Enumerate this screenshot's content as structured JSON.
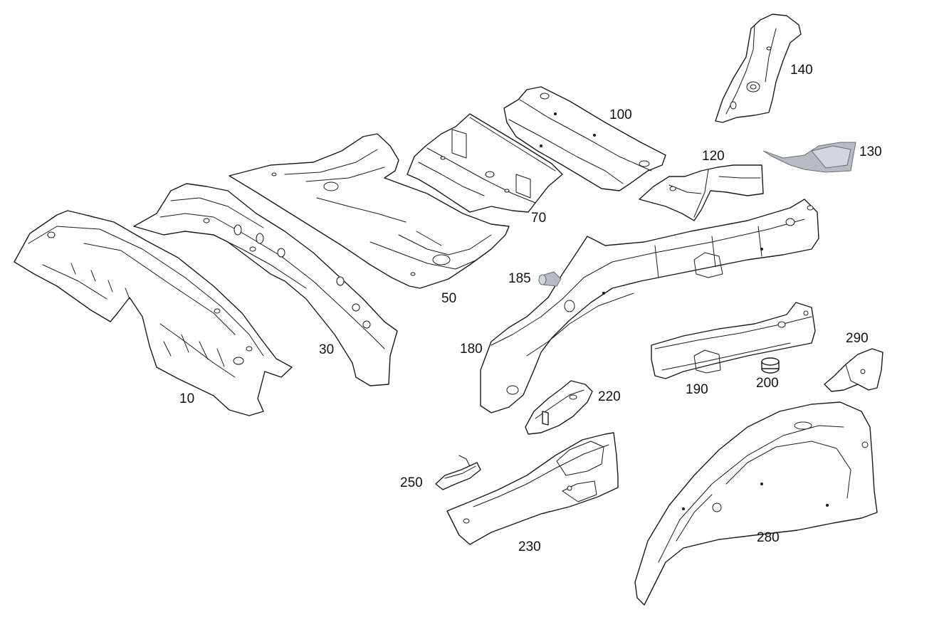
{
  "parts": [
    {
      "id": "p10",
      "label": "10",
      "shaded": false
    },
    {
      "id": "p30",
      "label": "30",
      "shaded": false
    },
    {
      "id": "p50",
      "label": "50",
      "shaded": false
    },
    {
      "id": "p70",
      "label": "70",
      "shaded": false
    },
    {
      "id": "p100",
      "label": "100",
      "shaded": false
    },
    {
      "id": "p120",
      "label": "120",
      "shaded": false
    },
    {
      "id": "p130",
      "label": "130",
      "shaded": true
    },
    {
      "id": "p140",
      "label": "140",
      "shaded": false
    },
    {
      "id": "p180",
      "label": "180",
      "shaded": false
    },
    {
      "id": "p185",
      "label": "185",
      "shaded": true
    },
    {
      "id": "p190",
      "label": "190",
      "shaded": false
    },
    {
      "id": "p200",
      "label": "200",
      "shaded": false
    },
    {
      "id": "p220",
      "label": "220",
      "shaded": false
    },
    {
      "id": "p230",
      "label": "230",
      "shaded": false
    },
    {
      "id": "p250",
      "label": "250",
      "shaded": false
    },
    {
      "id": "p280",
      "label": "280",
      "shaded": false
    },
    {
      "id": "p290",
      "label": "290",
      "shaded": false
    }
  ],
  "colors": {
    "line": "#1a1a1a",
    "highlight": "#b8bcc2",
    "background": "#ffffff"
  }
}
